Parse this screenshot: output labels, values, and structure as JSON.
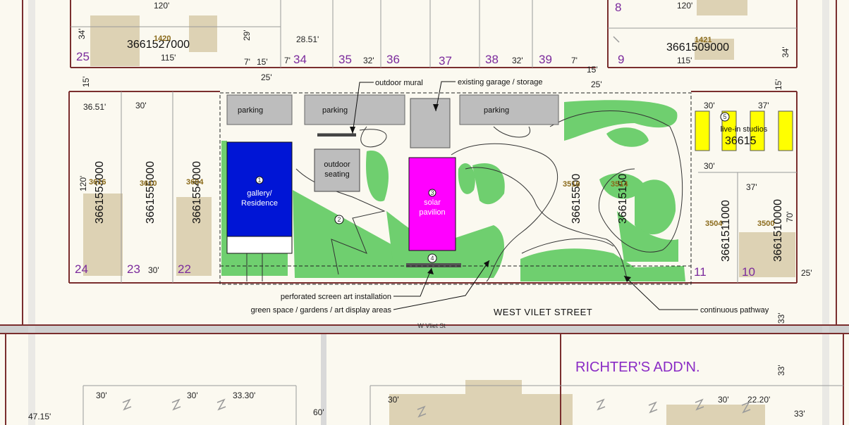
{
  "streets": {
    "main_label": "WEST VILET STREET",
    "gis_label": "W Vliet St",
    "subdivision": "RICHTER'S ADD'N."
  },
  "colors": {
    "green_space": "#6fcf6f",
    "gallery": "#0015d6",
    "pavilion": "#ff00ff",
    "parking": "#bdbdbd",
    "studios": "#ffff00",
    "lot_line": "#7a2e2e",
    "building_footprint": "#ddd2b4"
  },
  "site_labels": {
    "parking_1": "parking",
    "parking_2": "parking",
    "parking_3": "parking",
    "gallery_line1": "gallery/",
    "gallery_line2": "Residence",
    "outdoor_seating_line1": "outdoor",
    "outdoor_seating_line2": "seating",
    "solar_line1": "solar",
    "solar_line2": "pavilion",
    "live_in": "live-in studios",
    "num1": "1",
    "num2": "2",
    "num3": "3",
    "num4": "4",
    "num5": "5"
  },
  "callouts": {
    "outdoor_mural": "outdoor mural",
    "garage": "existing garage / storage",
    "perforated": "perforated screen art installation",
    "green": "green space / gardens / art display areas",
    "pathway": "continuous pathway"
  },
  "lots": {
    "l25": "25",
    "l34": "34",
    "l35": "35",
    "l36": "36",
    "l37": "37",
    "l38": "38",
    "l39": "39",
    "l9": "9",
    "l8": "8",
    "l24": "24",
    "l23": "23",
    "l22": "22",
    "l11": "11",
    "l10": "10"
  },
  "parcels": {
    "p_top_left": "3661527000",
    "p_top_right": "3661509000",
    "p_3616": "3661553000",
    "p_3610": "3661555000",
    "p_3604": "3661554000",
    "p_3516": "36615500",
    "p_3514": "36615150",
    "p_3504": "3661511000",
    "p_3500": "3661510000",
    "p_studios": "36615"
  },
  "addresses": {
    "a1420": "1420",
    "a1421": "1421",
    "a3616": "3616",
    "a3610": "3610",
    "a3604": "3604",
    "a3516": "3516",
    "a3514": "3514",
    "a3504": "3504",
    "a3500": "3500"
  },
  "dims": {
    "d1": "120'",
    "d2": "120'",
    "d3": "34'",
    "d4": "29'",
    "d5": "115'",
    "d6": "7'",
    "d7": "15'",
    "d8": "28.51'",
    "d9": "7'",
    "d10": "32'",
    "d11": "32'",
    "d12": "7'",
    "d13": "115'",
    "d14": "34'",
    "d15": "25'",
    "d16": "15'",
    "d17": "15'",
    "d18": "25'",
    "d19": "15'",
    "d20": "36.51'",
    "d21": "30'",
    "d22": "120'",
    "d23": "30'",
    "d24": "30'",
    "d25": "37'",
    "d26": "30'",
    "d27": "37'",
    "d28": "70'",
    "d29": "25'",
    "d30": "33'",
    "d31": "33'",
    "d32": "30'",
    "d33": "30'",
    "d34": "33.30'",
    "d35": "60'",
    "d36": "30'",
    "d37": "30'",
    "d38": "22.20'",
    "d39": "33'",
    "d40": "47.15'"
  }
}
